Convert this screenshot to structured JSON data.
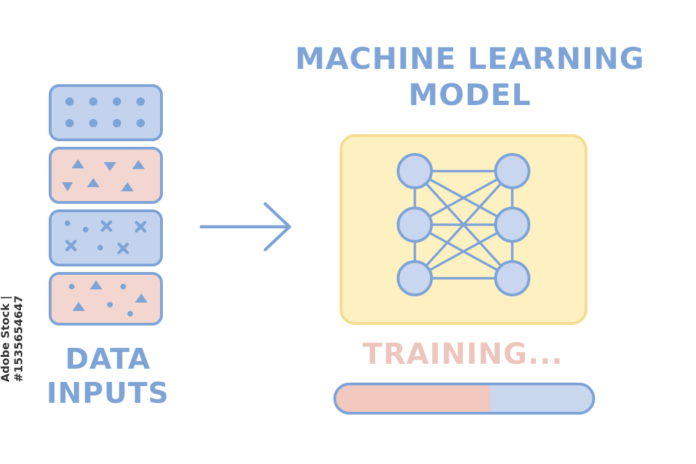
{
  "diagram": {
    "model_title_lines": [
      "MACHINE LEARNING",
      "MODEL"
    ],
    "inputs_title_lines": [
      "DATA",
      "INPUTS"
    ],
    "status_label": "TRAINING...",
    "progress_fraction": 0.6,
    "watermark_text": "Adobe Stock | #1535654647",
    "data_blocks": [
      {
        "fill": "blue",
        "pattern": "dots"
      },
      {
        "fill": "pink",
        "pattern": "triangles"
      },
      {
        "fill": "blue",
        "pattern": "crosses-and-dots"
      },
      {
        "fill": "pink",
        "pattern": "triangles-and-dots"
      }
    ],
    "network_layers": [
      3,
      3
    ],
    "icons": [
      "arrow-right-icon",
      "neural-network-icon"
    ]
  },
  "colors": {
    "blue_stroke": "#7ea3d6",
    "blue_fill": "#c3d3ee",
    "pink_fill": "#f3d6d0",
    "pink_text": "#ecc5bd",
    "yellow_fill": "#fdf1c2",
    "yellow_stroke": "#f5dc8e",
    "node_fill": "#c9d6f0",
    "progress_fill": "#f3c9bf",
    "progress_track": "#c9d8ef"
  }
}
